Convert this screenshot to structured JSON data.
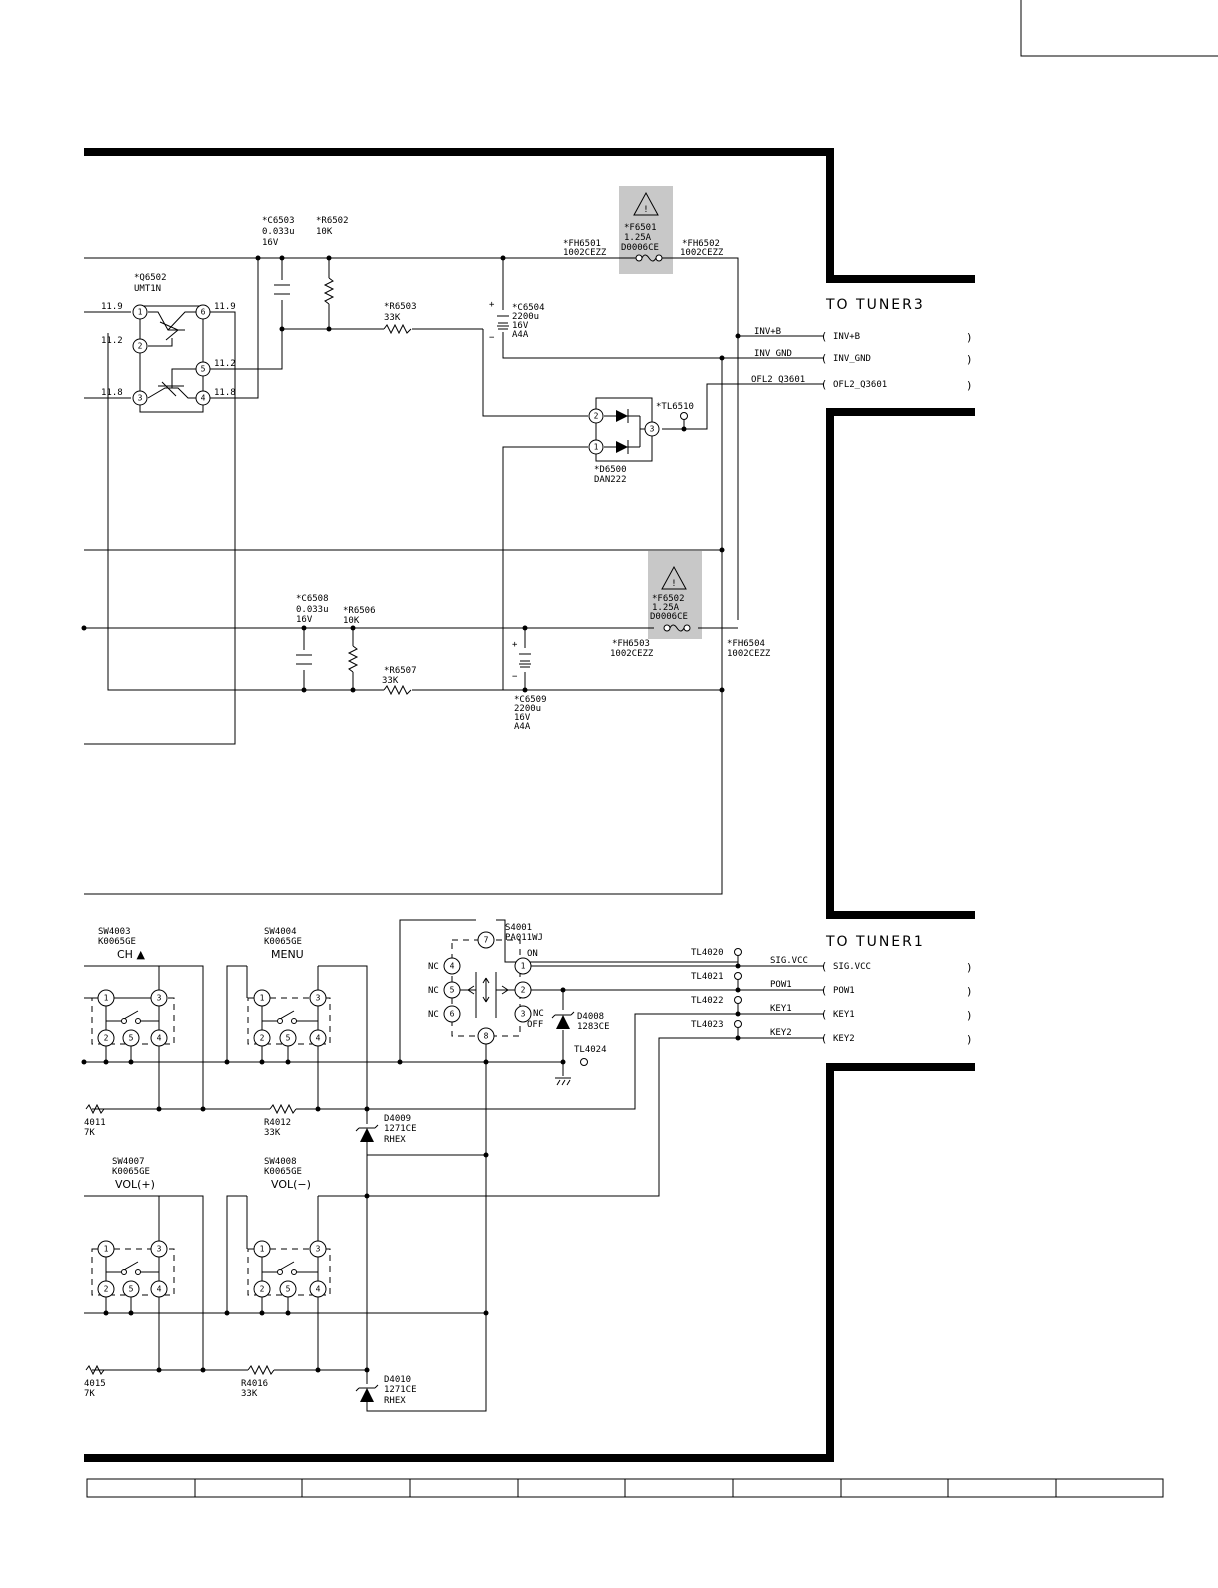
{
  "connectors": {
    "tuner3": {
      "title": "TO TUNER3",
      "pins": [
        "INV+B",
        "INV_GND",
        "OFL2_Q3601"
      ],
      "net_labels": [
        "INV+B",
        "INV_GND",
        "OFL2_Q3601"
      ]
    },
    "tuner1": {
      "title": "TO TUNER1",
      "pins": [
        "SIG.VCC",
        "POW1",
        "KEY1",
        "KEY2"
      ],
      "net_labels": [
        "SIG.VCC",
        "POW1",
        "KEY1",
        "KEY2"
      ]
    }
  },
  "components": {
    "q6502": {
      "ref": "*Q6502",
      "part": "UMT1N",
      "pins": [
        "1",
        "2",
        "3",
        "4",
        "5",
        "6"
      ],
      "voltages": [
        "11.9",
        "11.2",
        "11.8",
        "11.8",
        "11.2",
        "11.9"
      ]
    },
    "c6503": {
      "ref": "*C6503",
      "value": "0.033u",
      "volt": "16V"
    },
    "r6502": {
      "ref": "*R6502",
      "value": "10K"
    },
    "r6503": {
      "ref": "*R6503",
      "value": "33K"
    },
    "fh6501": {
      "ref": "*FH6501",
      "part": "1002CEZZ"
    },
    "fh6502": {
      "ref": "*FH6502",
      "part": "1002CEZZ"
    },
    "f6501": {
      "ref": "*F6501",
      "rating": "1.25A",
      "part": "D0006CE"
    },
    "c6504": {
      "ref": "*C6504",
      "value": "2200u",
      "volt": "16V",
      "type": "A4A"
    },
    "d6500": {
      "ref": "*D6500",
      "part": "DAN222",
      "pins": [
        "2",
        "1",
        "3"
      ]
    },
    "tl6510": {
      "ref": "*TL6510"
    },
    "c6508": {
      "ref": "*C6508",
      "value": "0.033u",
      "volt": "16V"
    },
    "r6506": {
      "ref": "*R6506",
      "value": "10K"
    },
    "r6507": {
      "ref": "*R6507",
      "value": "33K"
    },
    "f6502": {
      "ref": "*F6502",
      "rating": "1.25A",
      "part": "D0006CE"
    },
    "fh6503": {
      "ref": "*FH6503",
      "part": "1002CEZZ"
    },
    "fh6504": {
      "ref": "*FH6504",
      "part": "1002CEZZ"
    },
    "c6509": {
      "ref": "*C6509",
      "value": "2200u",
      "volt": "16V",
      "type": "A4A"
    },
    "sw4003": {
      "ref": "SW4003",
      "part": "K0065GE",
      "label": "CH ▲"
    },
    "sw4004": {
      "ref": "SW4004",
      "part": "K0065GE",
      "label": "MENU"
    },
    "sw4007": {
      "ref": "SW4007",
      "part": "K0065GE",
      "label": "VOL(+)"
    },
    "sw4008": {
      "ref": "SW4008",
      "part": "K0065GE",
      "label": "VOL(−)"
    },
    "s4001": {
      "ref": "S4001",
      "part": "PA011WJ",
      "pins": [
        "7",
        "4",
        "5",
        "6",
        "1",
        "2",
        "3",
        "8"
      ],
      "nc": "NC",
      "on": "ON",
      "off": "OFF"
    },
    "d4008": {
      "ref": "D4008",
      "part": "1283CE"
    },
    "d4009": {
      "ref": "D4009",
      "part": "1271CE",
      "type": "RHEX"
    },
    "d4010": {
      "ref": "D4010",
      "part": "1271CE",
      "type": "RHEX"
    },
    "r4011": {
      "ref": "4011",
      "value": "7K"
    },
    "r4012": {
      "ref": "R4012",
      "value": "33K"
    },
    "r4015": {
      "ref": "4015",
      "value": "7K"
    },
    "r4016": {
      "ref": "R4016",
      "value": "33K"
    },
    "tl4020": {
      "ref": "TL4020"
    },
    "tl4021": {
      "ref": "TL4021"
    },
    "tl4022": {
      "ref": "TL4022"
    },
    "tl4023": {
      "ref": "TL4023"
    },
    "tl4024": {
      "ref": "TL4024"
    }
  },
  "switch_pins": [
    "1",
    "3",
    "2",
    "5",
    "4"
  ],
  "polarity": {
    "plus": "+",
    "minus": "−"
  },
  "warning_symbol": "!",
  "closing_paren": ")",
  "opening_paren": "(",
  "colors": {
    "line": "#000000",
    "shade": "#c8c8c8",
    "background": "#ffffff"
  }
}
